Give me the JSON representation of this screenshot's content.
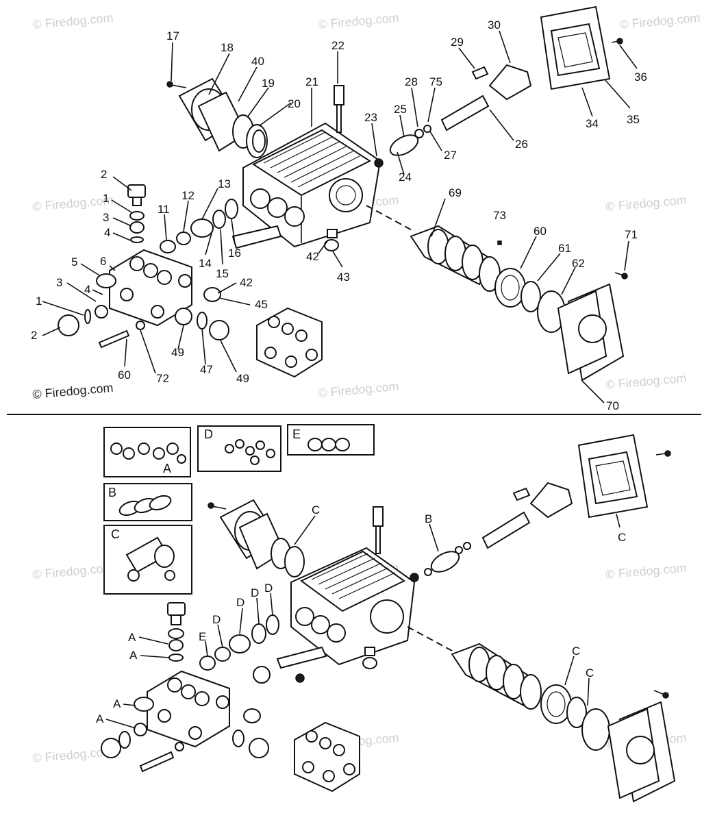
{
  "watermark": "© Firedog.com",
  "upper_diagram": {
    "callouts": [
      "17",
      "18",
      "40",
      "19",
      "20",
      "21",
      "22",
      "23",
      "25",
      "28",
      "75",
      "29",
      "30",
      "36",
      "34",
      "35",
      "27",
      "26",
      "24",
      "2",
      "1",
      "3",
      "4",
      "11",
      "12",
      "13",
      "14",
      "15",
      "16",
      "69",
      "73",
      "60",
      "61",
      "62",
      "71",
      "42",
      "43",
      "5",
      "6",
      "3",
      "4",
      "1",
      "2",
      "42",
      "45",
      "60",
      "72",
      "49",
      "47",
      "49",
      "70"
    ]
  },
  "lower_diagram": {
    "kit_boxes": [
      {
        "id": "kit-a",
        "label": "A"
      },
      {
        "id": "kit-d",
        "label": "D"
      },
      {
        "id": "kit-e",
        "label": "E"
      },
      {
        "id": "kit-b",
        "label": "B"
      },
      {
        "id": "kit-c",
        "label": "C"
      }
    ],
    "callouts": [
      "C",
      "B",
      "C",
      "E",
      "D",
      "D",
      "D",
      "D",
      "A",
      "A",
      "A",
      "A",
      "C",
      "C"
    ]
  }
}
